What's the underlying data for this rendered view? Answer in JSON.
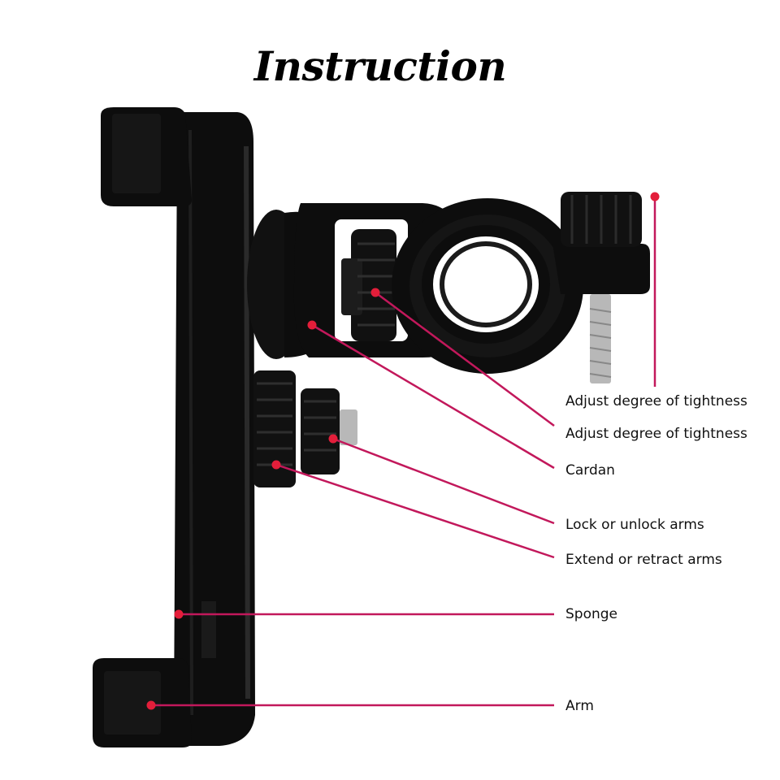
{
  "title": "Instruction",
  "colors": {
    "leader": "#c2185b",
    "dot": "#e31e3a",
    "body": "#0d0d0d",
    "body_highlight": "#2a2a2a",
    "bolt": "#b8b8b8"
  },
  "callouts": [
    {
      "id": "tightness-top",
      "label": "Adjust degree of tightness"
    },
    {
      "id": "tightness-mid",
      "label": "Adjust degree of tightness"
    },
    {
      "id": "cardan",
      "label": "Cardan"
    },
    {
      "id": "lock-arms",
      "label": "Lock  or unlock arms"
    },
    {
      "id": "extend-arms",
      "label": "Extend or retract arms"
    },
    {
      "id": "sponge",
      "label": "Sponge"
    },
    {
      "id": "arm",
      "label": "Arm"
    }
  ]
}
